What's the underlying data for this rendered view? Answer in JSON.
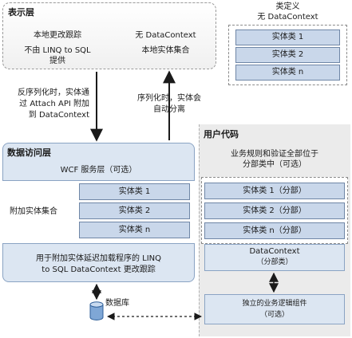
{
  "presentation_layer": {
    "title": "表示层",
    "left_line1": "本地更改跟踪",
    "left_line2": "不由 LINQ to SQL",
    "left_line3": "提供",
    "right_line1": "无 DataContext",
    "right_line2": "本地实体集合"
  },
  "entity_definitions": {
    "label_line1": "类定义",
    "label_line2": "无 DataContext",
    "items": [
      "实体类 1",
      "实体类 2",
      "实体类 n"
    ]
  },
  "arrow_labels": {
    "deserialize_line1": "反序列化时，实体通",
    "deserialize_line2": "过 Attach API 附加",
    "deserialize_line3": "到 DataContext",
    "serialize_line1": "序列化时，实体会",
    "serialize_line2": "自动分离"
  },
  "data_access_layer": {
    "title": "数据访问层",
    "wcf": "WCF 服务层（可选）",
    "attached_label": "附加实体集合",
    "items": [
      "实体类 1",
      "实体类 2",
      "实体类 n"
    ],
    "bottom_line1": "用于附加实体延迟加载程序的 LINQ",
    "bottom_line2": "to SQL DataContext 更改跟踪"
  },
  "user_code": {
    "title": "用户代码",
    "note_line1": "业务规则和验证全部位于",
    "note_line2": "分部类中（可选）",
    "items": [
      "实体类 1（分部）",
      "实体类 2（分部）",
      "实体类 n（分部）"
    ],
    "datacontext_line1": "DataContext",
    "datacontext_line2": "（分部类）",
    "bll_line1": "独立的业务逻辑组件",
    "bll_line2": "（可选）"
  },
  "database": {
    "label": "数据库",
    "icon": "database-icon"
  },
  "colors": {
    "entity_fill": "#c9d7ea",
    "layer_fill": "#dce6f2",
    "border": "#8aa3c3",
    "user_panel": "#ebebeb"
  }
}
